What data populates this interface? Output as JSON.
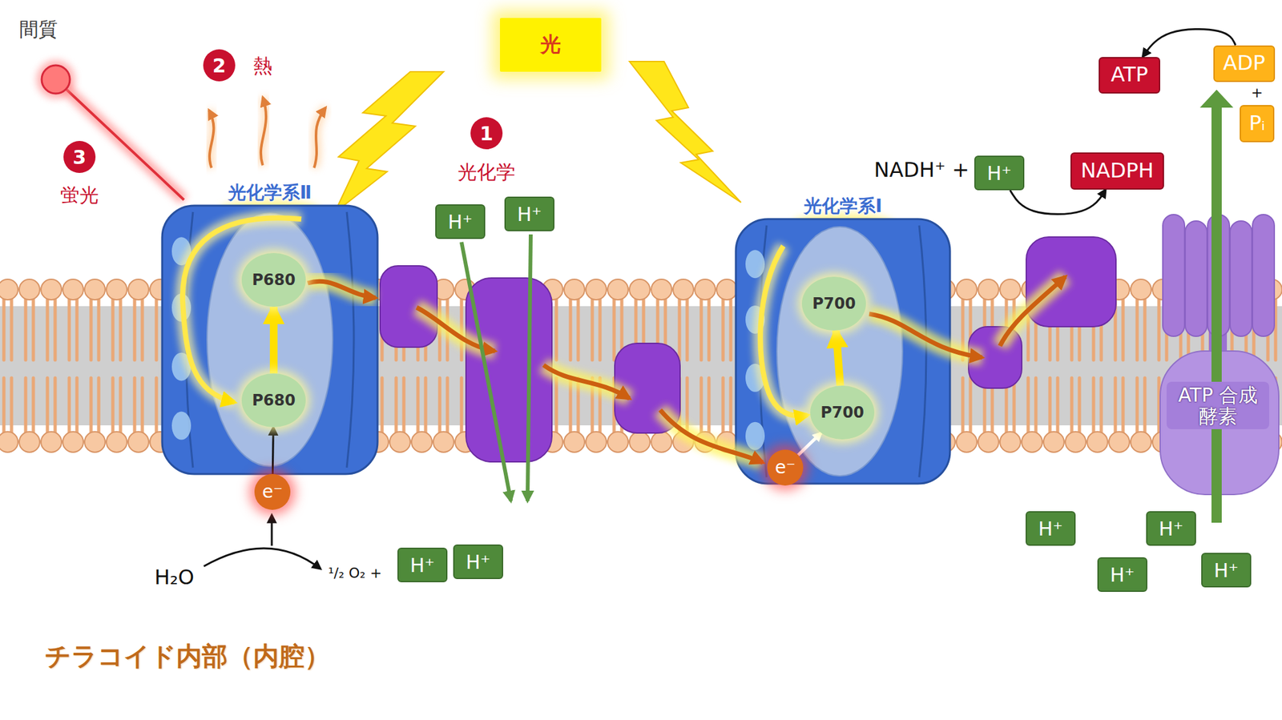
{
  "diagram": {
    "nodes": [
      {
        "text": [
          "光"
        ]
      },
      {
        "text": [
          "ATP"
        ]
      },
      {
        "text": [
          "ADP"
        ]
      },
      {
        "text": [
          "Pᵢ"
        ]
      },
      {
        "text": [
          "H⁺"
        ]
      },
      {
        "text": [
          "NADPH"
        ]
      },
      {
        "text": [
          "H⁺"
        ]
      },
      {
        "text": [
          "H⁺"
        ]
      },
      {
        "text": [
          "光化学系Ⅱ"
        ]
      },
      {
        "text": [
          "P680"
        ],
        "in": 8
      },
      {
        "text": [
          "P680"
        ],
        "in": 8
      },
      {
        "text": [
          "光化学系Ⅰ"
        ]
      },
      {
        "text": [
          "P700"
        ],
        "in": 11
      },
      {
        "text": [
          "P700"
        ],
        "in": 11
      },
      {
        "text": [
          "e⁻"
        ],
        "in": 11
      },
      {
        "text": [
          "ATP 合成酵素"
        ]
      },
      {
        "text": [
          "e⁻"
        ]
      },
      {
        "text": [
          "H⁺"
        ]
      },
      {
        "text": [
          "H⁺"
        ]
      },
      {
        "text": [
          "H⁺"
        ]
      },
      {
        "text": [
          "H⁺"
        ]
      },
      {
        "text": [
          "H⁺"
        ]
      },
      {
        "text": [
          "H⁺"
        ]
      }
    ],
    "edges": [
      {
        "from": 2,
        "to": 1,
        "arrow": "to"
      },
      {
        "from": 4,
        "to": 5,
        "arrow": "to"
      },
      {
        "from": 10,
        "to": 9,
        "arrow": "to"
      },
      {
        "from": 13,
        "to": 12,
        "arrow": "to"
      },
      {
        "from": 16,
        "to": 10,
        "arrow": "to"
      },
      {
        "from": 14,
        "to": 13,
        "arrow": "to"
      }
    ],
    "labels": [
      "間質",
      "2",
      "熱",
      "+",
      "1",
      "3",
      "光化学",
      "NADH⁺ +",
      "蛍光",
      "H₂O",
      "¹/₂ O₂ +",
      "チラコイド内部（内腔）"
    ]
  }
}
